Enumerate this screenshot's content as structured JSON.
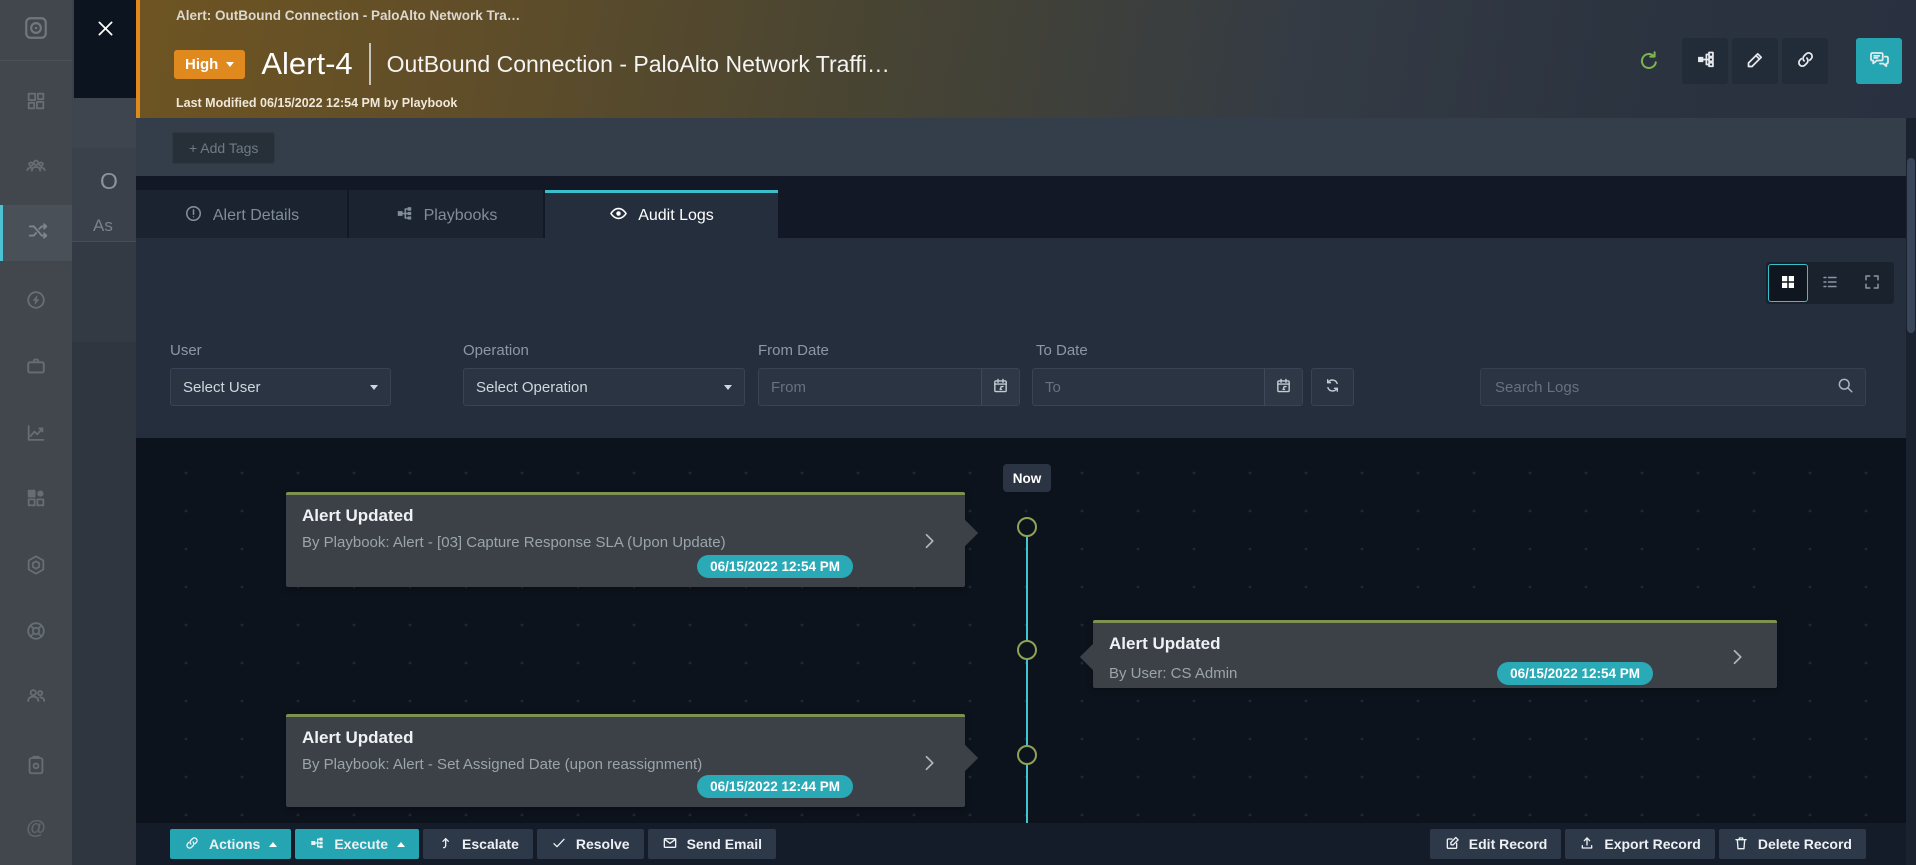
{
  "colors": {
    "accent_teal": "#25a5b2",
    "accent_orange": "#e0891e",
    "event_border_olive": "#7e9150",
    "timeline_line_cyan": "#41c4d0",
    "timestamp_badge": "#2aa9b7"
  },
  "underlay": {
    "fragment_1": "O",
    "fragment_2": "As"
  },
  "sidebar": {
    "icons": [
      "app-logo",
      "dashboard",
      "queue-management",
      "routing",
      "automation",
      "case-management",
      "reports",
      "widget-library",
      "asset-hub",
      "help-hub",
      "user-management",
      "task-management",
      "mentions"
    ]
  },
  "header": {
    "breadcrumb": "Alert: OutBound Connection - PaloAlto Network Tra…",
    "severity": "High",
    "record_id": "Alert-4",
    "title": "OutBound Connection - PaloAlto Network Traffi…",
    "last_modified": "Last Modified 06/15/2022 12:54 PM by Playbook",
    "action_icons": [
      "sync-status-icon",
      "playbooks-icon",
      "edit-icon",
      "link-icon",
      "comments-icon"
    ]
  },
  "tags": {
    "add_label": "+ Add Tags"
  },
  "tabs": [
    {
      "label": "Alert Details",
      "icon": "info-icon",
      "active": false
    },
    {
      "label": "Playbooks",
      "icon": "playbook-icon",
      "active": false
    },
    {
      "label": "Audit Logs",
      "icon": "eye-icon",
      "active": true
    }
  ],
  "view_toolbar": {
    "icons": [
      "grid-view-icon",
      "list-view-icon",
      "expand-icon"
    ],
    "active": "grid"
  },
  "filters": {
    "user_label": "User",
    "user_value": "Select User",
    "operation_label": "Operation",
    "operation_value": "Select Operation",
    "from_label": "From Date",
    "from_placeholder": "From",
    "to_label": "To Date",
    "to_placeholder": "To",
    "search_placeholder": "Search Logs"
  },
  "timeline": {
    "now_label": "Now",
    "events": [
      {
        "title": "Alert Updated",
        "actor": "By Playbook: Alert - [03] Capture Response SLA (Upon Update)",
        "timestamp": "06/15/2022 12:54 PM",
        "side": "left"
      },
      {
        "title": "Alert Updated",
        "actor": "By User: CS Admin",
        "timestamp": "06/15/2022 12:54 PM",
        "side": "right"
      },
      {
        "title": "Alert Updated",
        "actor": "By Playbook: Alert - Set Assigned Date (upon reassignment)",
        "timestamp": "06/15/2022 12:44 PM",
        "side": "left"
      }
    ]
  },
  "footer": {
    "actions_label": "Actions",
    "execute_label": "Execute",
    "escalate_label": "Escalate",
    "resolve_label": "Resolve",
    "send_email_label": "Send Email",
    "edit_label": "Edit Record",
    "export_label": "Export Record",
    "delete_label": "Delete Record"
  }
}
